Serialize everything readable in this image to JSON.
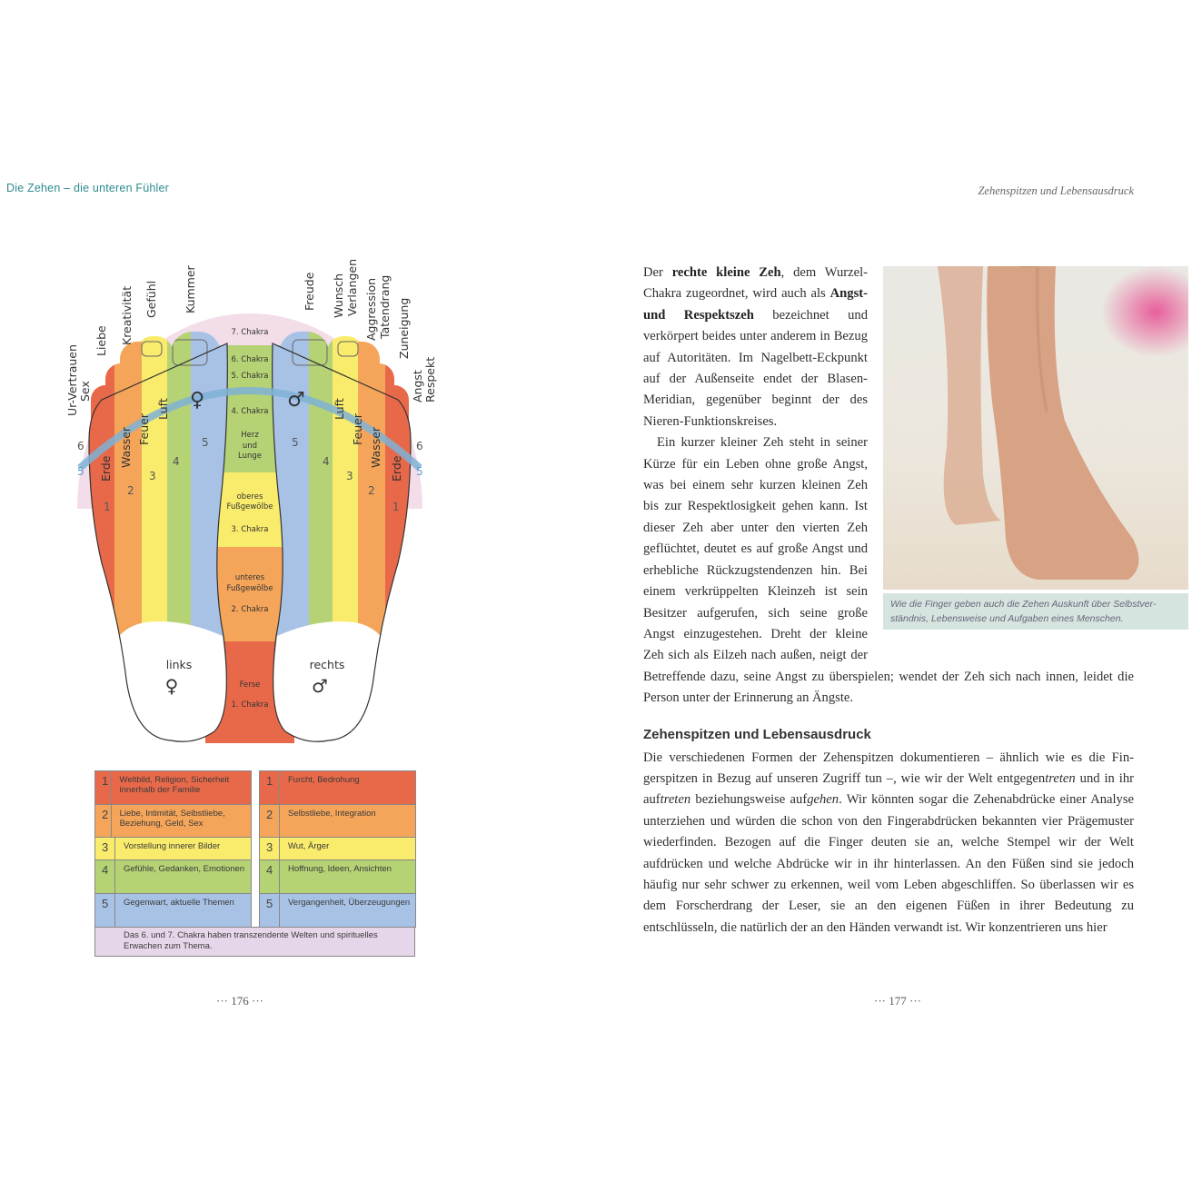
{
  "left_page": {
    "running_header": "Die Zehen – die unteren Fühler",
    "page_number": "··· 176 ···",
    "diagram": {
      "toe_labels_left": [
        [
          "Ur-Vertrauen",
          "Sex"
        ],
        [
          "Liebe"
        ],
        [
          "Kreativität"
        ],
        [
          "Gefühl"
        ],
        [
          "Kummer"
        ]
      ],
      "toe_labels_right": [
        [
          "Freude"
        ],
        [
          "Wunsch",
          "Verlangen"
        ],
        [
          "Aggression",
          "Tatendrang"
        ],
        [
          "Zuneigung"
        ],
        [
          "Angst",
          "Respekt"
        ]
      ],
      "elements": [
        "Erde",
        "Wasser",
        "Feuer",
        "Luft"
      ],
      "zone_numbers": [
        "1",
        "2",
        "3",
        "4",
        "5"
      ],
      "side_numbers": [
        "6",
        "5"
      ],
      "center_labels": {
        "c7": "7. Chakra",
        "c6": "6. Chakra",
        "c5": "5. Chakra",
        "c4": "4. Chakra",
        "herz": [
          "Herz",
          "und",
          "Lunge"
        ],
        "oberes": [
          "oberes",
          "Fußgewölbe"
        ],
        "c3": "3. Chakra",
        "unteres": [
          "unteres",
          "Fußgewölbe"
        ],
        "c2": "2. Chakra",
        "ferse": "Ferse",
        "c1": "1. Chakra"
      },
      "feet": {
        "left_label": "links",
        "left_symbol": "♀",
        "right_label": "rechts",
        "right_symbol": "♂"
      },
      "colors": {
        "red": "#e8694a",
        "orange": "#f4a55a",
        "yellow": "#f9ec6c",
        "green": "#b5d274",
        "blue": "#a8c2e6",
        "pink": "#f2dde8",
        "violet": "#d9bfe0",
        "arc_blue": "#7fb2d6"
      }
    },
    "table": {
      "left": [
        {
          "n": "1",
          "text": "Weltbild, Religion, Sicherheit innerhalb der Familie"
        },
        {
          "n": "2",
          "text": "Liebe, Intimität, Selbstliebe, Beziehung, Geld, Sex"
        },
        {
          "n": "3",
          "text": "Vorstellung innerer Bilder"
        },
        {
          "n": "4",
          "text": "Gefühle, Gedanken, Emotionen"
        },
        {
          "n": "5",
          "text": "Gegenwart, aktuelle Themen"
        }
      ],
      "right": [
        {
          "n": "1",
          "text": "Furcht, Bedrohung"
        },
        {
          "n": "2",
          "text": "Selbstliebe, Integration"
        },
        {
          "n": "3",
          "text": "Wut, Ärger"
        },
        {
          "n": "4",
          "text": "Hoffnung, Ideen, Ansichten"
        },
        {
          "n": "5",
          "text": "Vergangenheit, Überzeugungen"
        }
      ],
      "footer": "Das 6. und 7. Chakra haben transzendente Welten und spirituelles Erwachen zum Thema."
    }
  },
  "right_page": {
    "running_header": "Zehenspitzen und Lebensausdruck",
    "page_number": "··· 177 ···",
    "p1": {
      "a": "Der ",
      "b1": "rechte kleine Zeh",
      "c": ", dem Wurzel-Chakra zugeordnet, wird auch als ",
      "b2": "Angst- und Respektszeh",
      "d": " bezeichnet und verkörpert beides unter ande­rem in Bezug auf Autoritäten. Im Nagelbett-Eckpunkt auf der Außensei­te endet der Blasen-Meridian, gegen­über beginnt der des Nieren-Funk­tionskreises."
    },
    "p2": "Ein kurzer kleiner Zeh steht in seiner Kürze für ein Leben ohne große Angst, was bei einem sehr kurzen kleinen Zeh bis zur Respektlosigkeit gehen kann. Ist dieser Zeh aber unter den vierten Zeh geflüchtet, deutet es auf große Angst und erhebliche Rückzugstendenzen hin. Bei einem verkrüppelten Kleinzeh ist sein Besitzer aufgerufen, sich sei­ne große Angst einzugestehen. Dreht der kleine Zeh sich als Eilzeh nach außen, neigt der Betreffende dazu, seine Angst zu überspielen; wendet der Zeh sich nach innen, leidet die Person unter der Erinnerung an Ängste.",
    "heading": "Zehenspitzen und Lebensausdruck",
    "p3": {
      "a": "Die verschiedenen Formen der Zehenspitzen dokumentieren – ähnlich wie es die Fin­gerspitzen in Bezug auf unseren Zugriff tun –, wie wir der Welt entgegen",
      "i1": "treten",
      "b": " und in ihr auf",
      "i2": "treten",
      "c": " beziehungsweise auf",
      "i3": "gehen",
      "d": ". Wir könnten sogar die Zehenabdrücke einer Analyse unterziehen und würden die schon von den Fingerabdrücken bekannten vier Prägemuster wiederfinden. Bezogen auf die Finger deuten sie an, welche Stempel wir der Welt aufdrücken und welche Abdrücke wir in ihr hinterlassen. An den Füßen sind sie jedoch häufig nur sehr schwer zu erkennen, weil vom Leben abgeschliffen. So überlassen wir es dem Forscherdrang der Leser, sie an den eigenen Füßen in ihrer Bedeutung zu entschlüsseln, die natürlich der an den Händen verwandt ist. Wir konzentrieren uns hier"
    },
    "photo_caption": "Wie die Finger geben auch die Zehen Auskunft über Selbstver­ständnis, Lebensweise und Aufgaben eines Menschen."
  }
}
